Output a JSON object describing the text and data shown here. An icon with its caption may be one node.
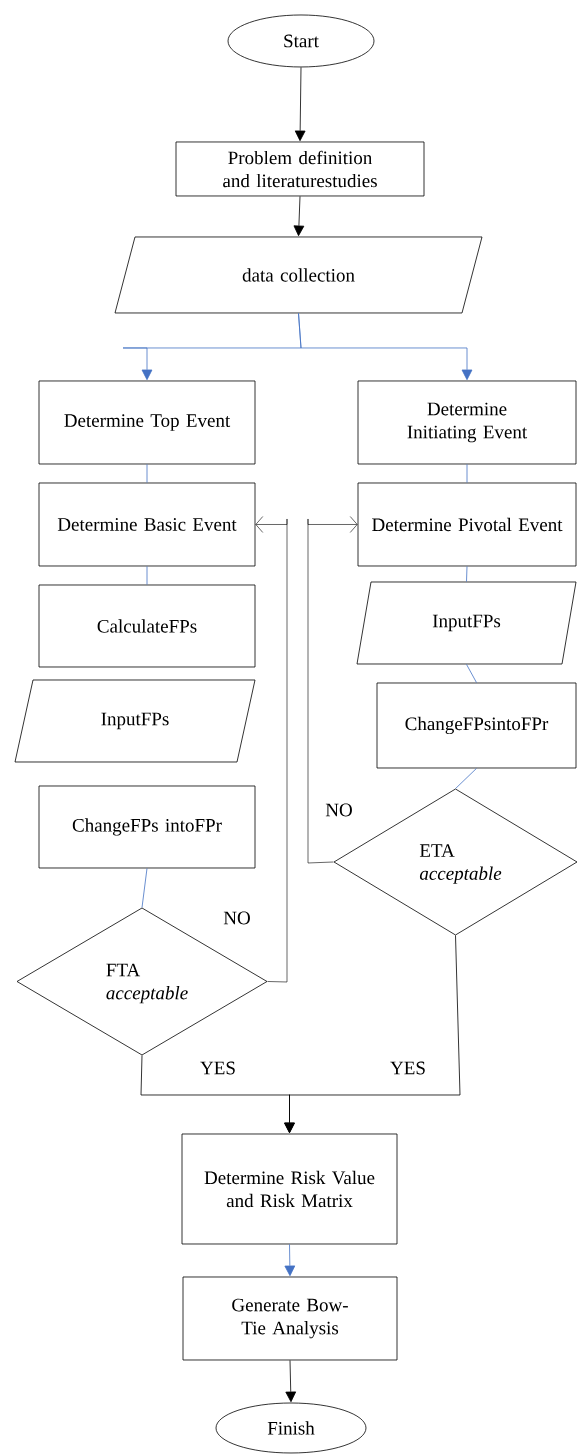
{
  "diagram": {
    "nodes": [
      {
        "text": [
          "Start"
        ]
      },
      {
        "text": [
          "Problem definition and literaturestudies"
        ]
      },
      {
        "text": [
          "data collection"
        ]
      },
      {
        "text": [
          "Determine Top Event"
        ]
      },
      {
        "text": [
          "Determine Initiating Event"
        ]
      },
      {
        "text": [
          "Determine Basic Event"
        ]
      },
      {
        "text": [
          "Determine Pivotal Event"
        ]
      },
      {
        "text": [
          "CalculateFPs"
        ]
      },
      {
        "text": [
          "InputFPs"
        ]
      },
      {
        "text": [
          "InputFPs"
        ]
      },
      {
        "text": [
          "ChangeFPsintoFPr"
        ]
      },
      {
        "text": [
          "ChangeFPs intoFPr"
        ]
      },
      {
        "text": [
          "ETA",
          "acceptable"
        ]
      },
      {
        "text": [
          "FTA",
          "acceptable"
        ]
      },
      {
        "text": [
          "Determine Risk Value and Risk Matrix"
        ]
      },
      {
        "text": [
          "Generate Bow-Tie Analysis"
        ]
      },
      {
        "text": [
          "Finish"
        ]
      }
    ],
    "edges": [
      {
        "from": 0,
        "to": 1,
        "arrow": "to",
        "color": "#000000"
      },
      {
        "from": 1,
        "to": 2,
        "arrow": "to",
        "color": "#000000"
      },
      {
        "from": 2,
        "to": 3,
        "arrow": "to"
      },
      {
        "from": 2,
        "to": 4,
        "arrow": "to"
      },
      {
        "from": 3,
        "to": 5,
        "arrow": "none"
      },
      {
        "from": 4,
        "to": 6,
        "arrow": "none"
      },
      {
        "from": 5,
        "to": 7,
        "arrow": "none"
      },
      {
        "from": 6,
        "to": 8,
        "arrow": "none"
      },
      {
        "from": 8,
        "to": 10,
        "arrow": "none"
      },
      {
        "from": 10,
        "to": 12,
        "arrow": "none"
      },
      {
        "from": 11,
        "to": 13,
        "arrow": "none"
      },
      {
        "from": 13,
        "to": 5,
        "arrow": "to",
        "label": "NO",
        "color": "#000000"
      },
      {
        "from": 12,
        "to": 6,
        "arrow": "to",
        "label": "NO",
        "color": "#000000"
      },
      {
        "from": 13,
        "to": 14,
        "arrow": "to",
        "label": "YES",
        "color": "#000000"
      },
      {
        "from": 12,
        "to": 14,
        "arrow": "to",
        "label": "YES",
        "color": "#000000"
      },
      {
        "from": 14,
        "to": 15,
        "arrow": "to"
      },
      {
        "from": 15,
        "to": 16,
        "arrow": "to",
        "color": "#000000"
      }
    ]
  }
}
